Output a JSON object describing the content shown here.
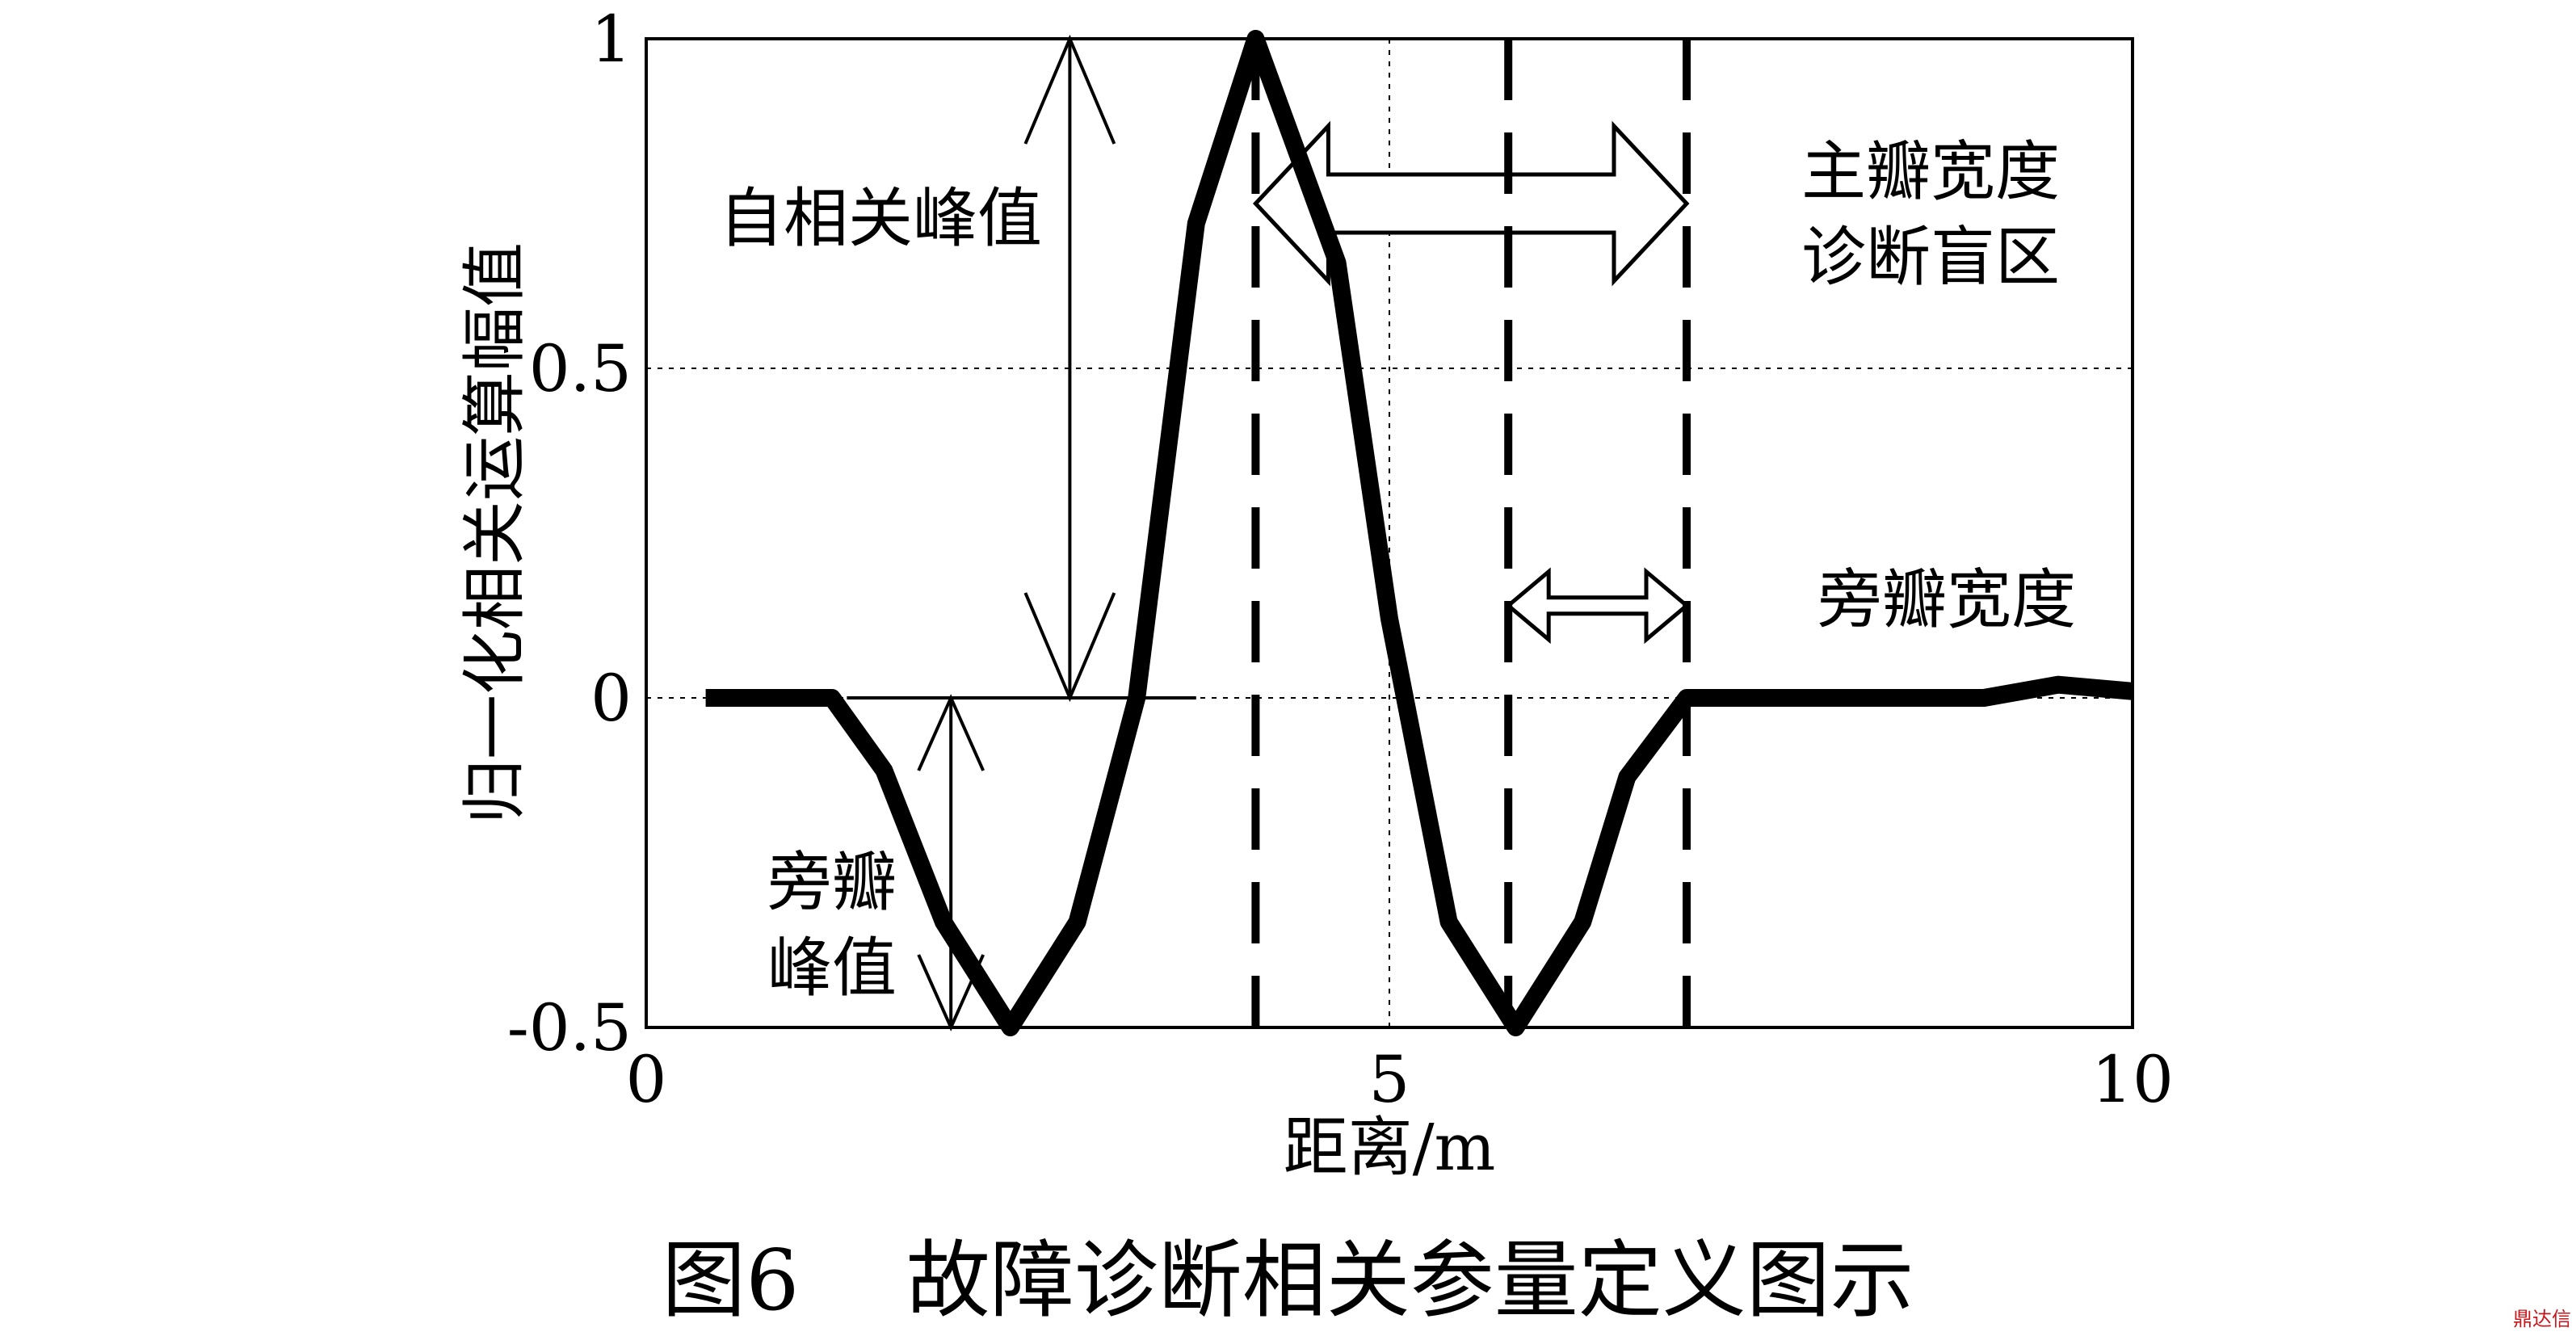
{
  "chart_data": {
    "type": "line",
    "ylabel": "归一化相关运算幅值",
    "xlabel": "距离/m",
    "xlim": [
      0,
      10
    ],
    "ylim": [
      -0.5,
      1
    ],
    "xticks": [
      "0",
      "5",
      "10"
    ],
    "yticks": [
      "-0.5",
      "0",
      "0.5",
      "1"
    ],
    "grid": "dotted at x=5 and y=0.5, y=0",
    "series": [
      {
        "x": [
          0.4,
          1.25,
          1.6,
          2.0,
          2.45,
          2.9,
          3.3,
          3.7,
          4.1,
          4.65,
          5.0,
          5.4,
          5.85,
          6.3,
          6.6,
          7.0,
          7.5,
          8.0,
          8.5,
          9.0,
          9.5,
          10.0
        ],
        "y": [
          0.0,
          0.0,
          -0.11,
          -0.34,
          -0.5,
          -0.34,
          0.0,
          0.72,
          1.0,
          0.66,
          0.12,
          -0.34,
          -0.5,
          -0.34,
          -0.12,
          0.0,
          0.0,
          0.0,
          0.0,
          0.0,
          0.02,
          0.01
        ]
      }
    ],
    "dashed_lines_x": [
      4.1,
      5.8,
      7.0
    ],
    "annotations": {
      "autocorrelation_peak": "自相关峰值",
      "sidelobe_peak_line1": "旁瓣",
      "sidelobe_peak_line2": "峰值",
      "mainlobe_line1": "主瓣宽度",
      "mainlobe_line2": "诊断盲区",
      "sidelobe_width": "旁瓣宽度"
    }
  },
  "caption": {
    "figure_number": "图6",
    "title": "故障诊断相关参量定义图示"
  },
  "watermark": "鼎达信"
}
